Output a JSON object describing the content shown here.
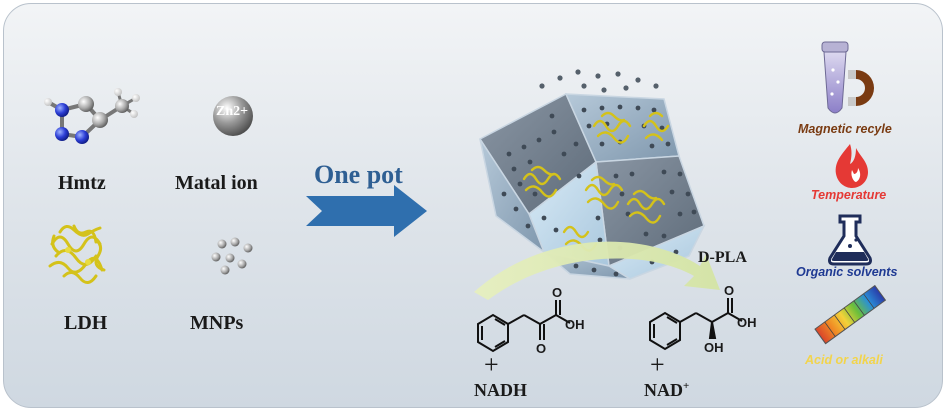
{
  "left": {
    "items": [
      {
        "label": "Hmtz"
      },
      {
        "label": "Matal ion",
        "badge": "Zn2+"
      },
      {
        "label": "LDH"
      },
      {
        "label": "MNPs"
      }
    ]
  },
  "process": {
    "label": "One pot"
  },
  "reaction": {
    "product_label": "D-PLA",
    "substrate_groups": {
      "oh": "OH",
      "o": "O"
    },
    "product_groups": {
      "oh": "OH",
      "o": "O",
      "oh2": "OH"
    },
    "plus": "+",
    "cofactor_in": "NADH",
    "cofactor_out_base": "NAD",
    "cofactor_out_sup": "+"
  },
  "properties": [
    {
      "label": "Magnetic recyle",
      "color": "#7a3b12",
      "icon": "tube-magnet-icon"
    },
    {
      "label": "Temperature",
      "color": "#e53935",
      "icon": "flame-icon"
    },
    {
      "label": "Organic solvents",
      "color": "#1f3a93",
      "icon": "flask-icon"
    },
    {
      "label": "Acid or alkali",
      "color": "#f2d44c",
      "icon": "ph-strip-icon"
    }
  ],
  "colors": {
    "arrow": "#2f6fae",
    "label_blue": "#2f5f93"
  }
}
